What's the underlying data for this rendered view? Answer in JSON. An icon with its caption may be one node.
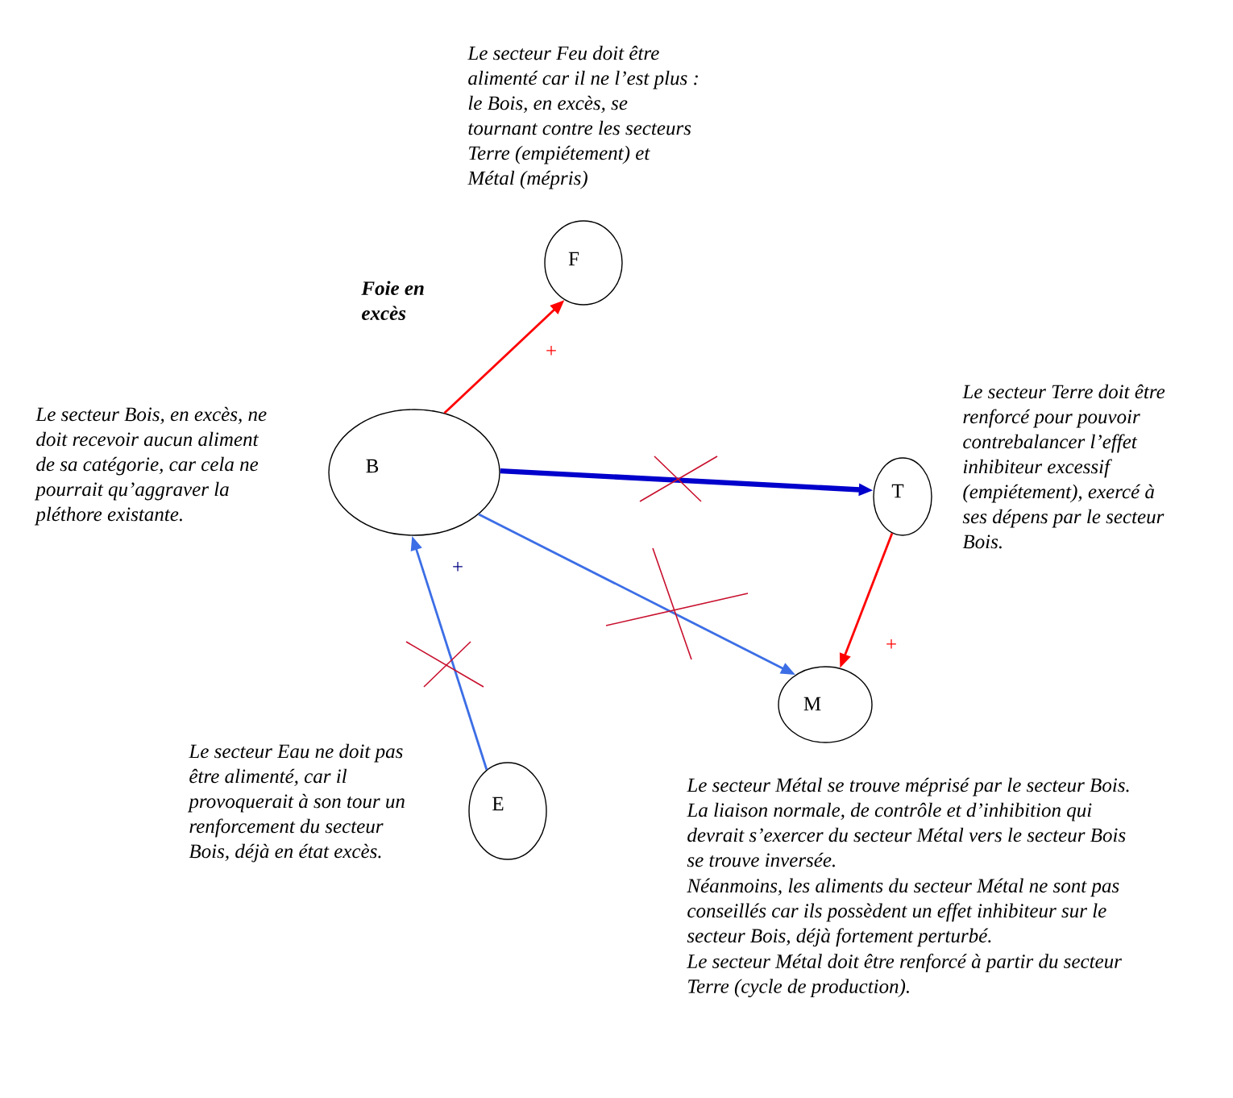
{
  "diagram": {
    "nodes": [
      {
        "text": [
          "F"
        ],
        "beside": [
          "Le secteur Feu doit être alimenté car il ne l’est plus : le Bois, en excès, se tournant contre les secteurs Terre (empiétement) et Métal (mépris)"
        ]
      },
      {
        "text": [
          "B"
        ],
        "beside": [
          "Le secteur Bois, en excès, ne doit recevoir aucun aliment de sa catégorie, car cela ne pourrait qu’aggraver la pléthore existante."
        ]
      },
      {
        "text": [
          "T"
        ],
        "beside": [
          "Le secteur Terre doit être renforcé pour pouvoir contrebalancer l’effet inhibiteur excessif (empiétement), exercé à ses dépens par le secteur Bois."
        ]
      },
      {
        "text": [
          "M"
        ],
        "beside": [
          "Le secteur Métal se trouve méprisé par le secteur Bois. La liaison normale, de contrôle et d’inhibition qui devrait s’exercer du secteur Métal vers le secteur Bois se trouve inversée.",
          "Néanmoins, les aliments du secteur Métal ne sont pas conseillés car ils possèdent un effet inhibiteur sur le secteur Bois, déjà fortement perturbé.",
          "Le secteur Métal doit être renforcé à partir du secteur Terre (cycle de production)."
        ]
      },
      {
        "text": [
          "E"
        ],
        "beside": [
          "Le secteur Eau ne doit pas être alimenté, car il provoquerait à son tour un renforcement du secteur Bois, déjà en état excès."
        ]
      }
    ],
    "edges": [
      {
        "from": 1,
        "to": 0,
        "arrow": "to",
        "label": "+",
        "color": "#ff0000"
      },
      {
        "from": 1,
        "to": 2,
        "arrow": "to",
        "style": "thick",
        "color": "#0000cc"
      },
      {
        "from": 1,
        "to": 3,
        "arrow": "to",
        "color": "#3c6ee6"
      },
      {
        "from": 4,
        "to": 1,
        "arrow": "to",
        "label": "+",
        "color": "#3c6ee6"
      },
      {
        "from": 2,
        "to": 3,
        "arrow": "to",
        "label": "+",
        "color": "#ff0000"
      }
    ],
    "labels": [
      "Foie en excès"
    ]
  }
}
